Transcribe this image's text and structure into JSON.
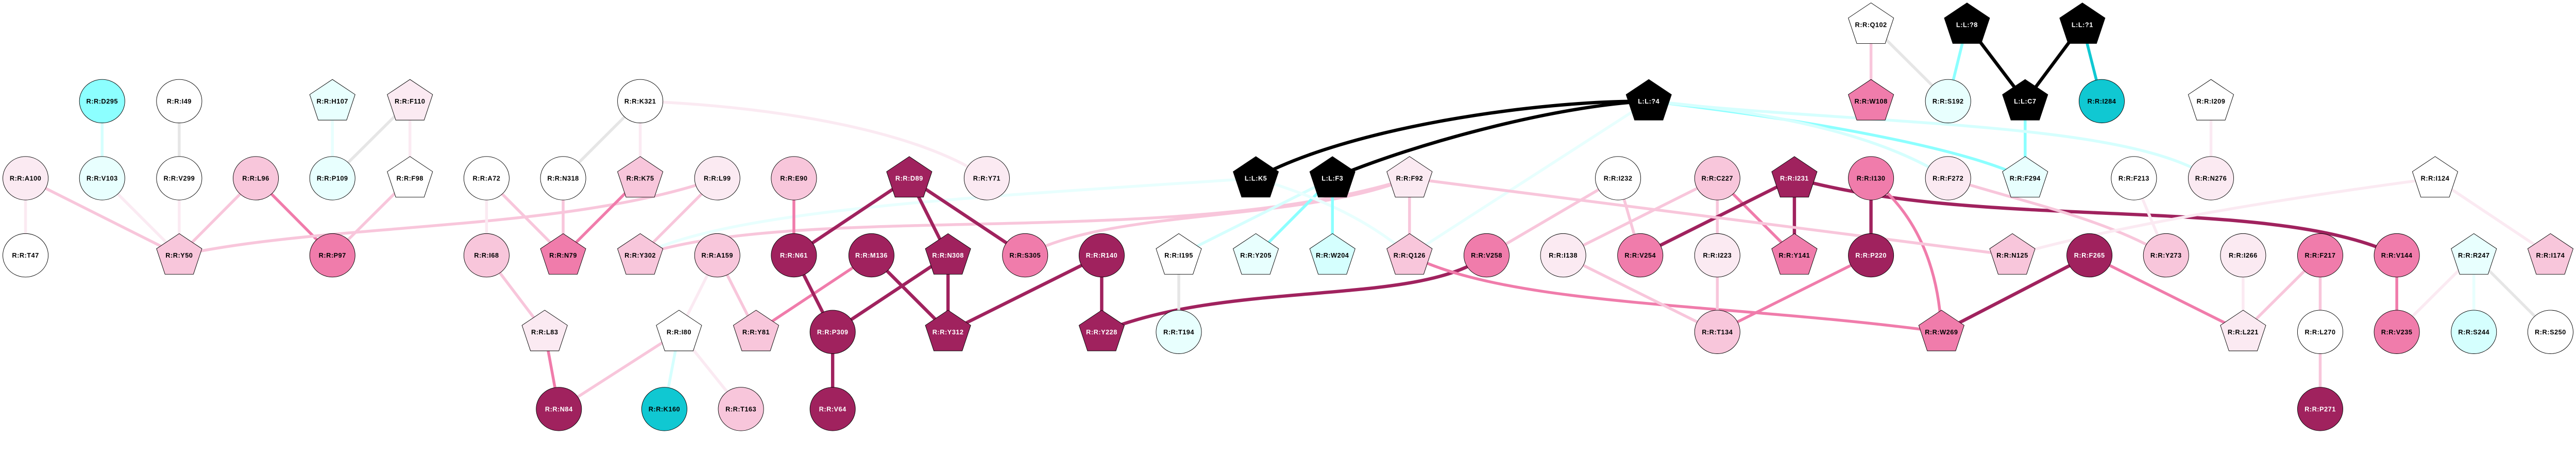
{
  "palette": {
    "W": "#FFFFFF",
    "P1": "#FBEAF2",
    "P2": "#F8C6DB",
    "P3": "#F07CAB",
    "P4": "#A0225E",
    "C1": "#E8FFFE",
    "C2": "#D5FFFE",
    "C3": "#8CFFFF",
    "C4": "#10C8D2",
    "K": "#000000",
    "G": "#E6E6E6"
  },
  "nodes": [
    {
      "id": "T47",
      "label": "R:R:T47",
      "shape": "ellipse",
      "fill": "W"
    },
    {
      "id": "A100",
      "label": "R:R:A100",
      "shape": "ellipse",
      "fill": "P1"
    },
    {
      "id": "D295",
      "label": "R:R:D295",
      "shape": "ellipse",
      "fill": "C3"
    },
    {
      "id": "V103",
      "label": "R:R:V103",
      "shape": "ellipse",
      "fill": "C1"
    },
    {
      "id": "I49",
      "label": "R:R:I49",
      "shape": "ellipse",
      "fill": "W"
    },
    {
      "id": "V299",
      "label": "R:R:V299",
      "shape": "ellipse",
      "fill": "W"
    },
    {
      "id": "Y50",
      "label": "R:R:Y50",
      "shape": "pentagon",
      "fill": "P2"
    },
    {
      "id": "L96",
      "label": "R:R:L96",
      "shape": "ellipse",
      "fill": "P2"
    },
    {
      "id": "P97",
      "label": "R:R:P97",
      "shape": "ellipse",
      "fill": "P3"
    },
    {
      "id": "H107",
      "label": "R:R:H107",
      "shape": "pentagon",
      "fill": "C1"
    },
    {
      "id": "P109",
      "label": "R:R:P109",
      "shape": "ellipse",
      "fill": "C1"
    },
    {
      "id": "F110",
      "label": "R:R:F110",
      "shape": "pentagon",
      "fill": "P1"
    },
    {
      "id": "F98",
      "label": "R:R:F98",
      "shape": "pentagon",
      "fill": "W"
    },
    {
      "id": "A72",
      "label": "R:R:A72",
      "shape": "ellipse",
      "fill": "W"
    },
    {
      "id": "I68",
      "label": "R:R:I68",
      "shape": "ellipse",
      "fill": "P2"
    },
    {
      "id": "N318",
      "label": "R:R:N318",
      "shape": "ellipse",
      "fill": "W"
    },
    {
      "id": "N79",
      "label": "R:R:N79",
      "shape": "pentagon",
      "fill": "P3"
    },
    {
      "id": "L83",
      "label": "R:R:L83",
      "shape": "pentagon",
      "fill": "P1"
    },
    {
      "id": "N84",
      "label": "R:R:N84",
      "shape": "ellipse",
      "fill": "P4"
    },
    {
      "id": "K321",
      "label": "R:R:K321",
      "shape": "ellipse",
      "fill": "W"
    },
    {
      "id": "K75",
      "label": "R:R:K75",
      "shape": "pentagon",
      "fill": "P2"
    },
    {
      "id": "Y302",
      "label": "R:R:Y302",
      "shape": "pentagon",
      "fill": "P2"
    },
    {
      "id": "K160",
      "label": "R:R:K160",
      "shape": "ellipse",
      "fill": "C4"
    },
    {
      "id": "I80",
      "label": "R:R:I80",
      "shape": "pentagon",
      "fill": "W"
    },
    {
      "id": "L99",
      "label": "R:R:L99",
      "shape": "ellipse",
      "fill": "P1"
    },
    {
      "id": "A159",
      "label": "R:R:A159",
      "shape": "ellipse",
      "fill": "P2"
    },
    {
      "id": "T163",
      "label": "R:R:T163",
      "shape": "ellipse",
      "fill": "P2"
    },
    {
      "id": "Y81",
      "label": "R:R:Y81",
      "shape": "pentagon",
      "fill": "P2"
    },
    {
      "id": "E90",
      "label": "R:R:E90",
      "shape": "ellipse",
      "fill": "P2"
    },
    {
      "id": "N61",
      "label": "R:R:N61",
      "shape": "ellipse",
      "fill": "P4"
    },
    {
      "id": "P309",
      "label": "R:R:P309",
      "shape": "ellipse",
      "fill": "P4"
    },
    {
      "id": "V64",
      "label": "R:R:V64",
      "shape": "ellipse",
      "fill": "P4"
    },
    {
      "id": "M136",
      "label": "R:R:M136",
      "shape": "ellipse",
      "fill": "P4"
    },
    {
      "id": "D89",
      "label": "R:R:D89",
      "shape": "pentagon",
      "fill": "P4"
    },
    {
      "id": "N308",
      "label": "R:R:N308",
      "shape": "pentagon",
      "fill": "P4"
    },
    {
      "id": "Y312",
      "label": "R:R:Y312",
      "shape": "pentagon",
      "fill": "P4"
    },
    {
      "id": "Y71",
      "label": "R:R:Y71",
      "shape": "ellipse",
      "fill": "P1"
    },
    {
      "id": "S305",
      "label": "R:R:S305",
      "shape": "ellipse",
      "fill": "P3"
    },
    {
      "id": "R140",
      "label": "R:R:R140",
      "shape": "ellipse",
      "fill": "P4"
    },
    {
      "id": "Y228",
      "label": "R:R:Y228",
      "shape": "pentagon",
      "fill": "P4"
    },
    {
      "id": "I195",
      "label": "R:R:I195",
      "shape": "pentagon",
      "fill": "W"
    },
    {
      "id": "T194",
      "label": "R:R:T194",
      "shape": "ellipse",
      "fill": "C1"
    },
    {
      "id": "K5",
      "label": "L:L:K5",
      "shape": "pentagon",
      "fill": "K"
    },
    {
      "id": "Y205",
      "label": "R:R:Y205",
      "shape": "pentagon",
      "fill": "C1"
    },
    {
      "id": "F3",
      "label": "L:L:F3",
      "shape": "pentagon",
      "fill": "K"
    },
    {
      "id": "W204",
      "label": "R:R:W204",
      "shape": "pentagon",
      "fill": "C2"
    },
    {
      "id": "F92",
      "label": "R:R:F92",
      "shape": "pentagon",
      "fill": "P1"
    },
    {
      "id": "Q126",
      "label": "R:R:Q126",
      "shape": "pentagon",
      "fill": "P2"
    },
    {
      "id": "V258",
      "label": "R:R:V258",
      "shape": "ellipse",
      "fill": "P3"
    },
    {
      "id": "I138",
      "label": "R:R:I138",
      "shape": "ellipse",
      "fill": "P1"
    },
    {
      "id": "I232",
      "label": "R:R:I232",
      "shape": "ellipse",
      "fill": "W"
    },
    {
      "id": "V254",
      "label": "R:R:V254",
      "shape": "ellipse",
      "fill": "P3"
    },
    {
      "id": "L4",
      "label": "L:L:?4",
      "shape": "pentagon",
      "fill": "K"
    },
    {
      "id": "C227",
      "label": "R:R:C227",
      "shape": "ellipse",
      "fill": "P2"
    },
    {
      "id": "I223",
      "label": "R:R:I223",
      "shape": "ellipse",
      "fill": "P1"
    },
    {
      "id": "T134",
      "label": "R:R:T134",
      "shape": "ellipse",
      "fill": "P2"
    },
    {
      "id": "I231",
      "label": "R:R:I231",
      "shape": "pentagon",
      "fill": "P4"
    },
    {
      "id": "Y141",
      "label": "R:R:Y141",
      "shape": "pentagon",
      "fill": "P3"
    },
    {
      "id": "Q102",
      "label": "R:R:Q102",
      "shape": "pentagon",
      "fill": "W"
    },
    {
      "id": "W108",
      "label": "R:R:W108",
      "shape": "pentagon",
      "fill": "P3"
    },
    {
      "id": "I130",
      "label": "R:R:I130",
      "shape": "ellipse",
      "fill": "P3"
    },
    {
      "id": "P220",
      "label": "R:R:P220",
      "shape": "ellipse",
      "fill": "P4"
    },
    {
      "id": "S192",
      "label": "R:R:S192",
      "shape": "ellipse",
      "fill": "C1"
    },
    {
      "id": "F272",
      "label": "R:R:F272",
      "shape": "ellipse",
      "fill": "P1"
    },
    {
      "id": "W269",
      "label": "R:R:W269",
      "shape": "pentagon",
      "fill": "P3"
    },
    {
      "id": "L8",
      "label": "L:L:?8",
      "shape": "pentagon",
      "fill": "K"
    },
    {
      "id": "N125",
      "label": "R:R:N125",
      "shape": "pentagon",
      "fill": "P2"
    },
    {
      "id": "C7",
      "label": "L:L:C7",
      "shape": "pentagon",
      "fill": "K"
    },
    {
      "id": "F294",
      "label": "R:R:F294",
      "shape": "pentagon",
      "fill": "C1"
    },
    {
      "id": "L1",
      "label": "L:L:?1",
      "shape": "pentagon",
      "fill": "K"
    },
    {
      "id": "F265",
      "label": "R:R:F265",
      "shape": "ellipse",
      "fill": "P4"
    },
    {
      "id": "I284",
      "label": "R:R:I284",
      "shape": "ellipse",
      "fill": "C4"
    },
    {
      "id": "F213",
      "label": "R:R:F213",
      "shape": "ellipse",
      "fill": "W"
    },
    {
      "id": "Y273",
      "label": "R:R:Y273",
      "shape": "ellipse",
      "fill": "P2"
    },
    {
      "id": "I209",
      "label": "R:R:I209",
      "shape": "pentagon",
      "fill": "W"
    },
    {
      "id": "N276",
      "label": "R:R:N276",
      "shape": "ellipse",
      "fill": "P1"
    },
    {
      "id": "I266",
      "label": "R:R:I266",
      "shape": "ellipse",
      "fill": "P1"
    },
    {
      "id": "L221",
      "label": "R:R:L221",
      "shape": "pentagon",
      "fill": "P1"
    },
    {
      "id": "F217",
      "label": "R:R:F217",
      "shape": "ellipse",
      "fill": "P3"
    },
    {
      "id": "L270",
      "label": "R:R:L270",
      "shape": "ellipse",
      "fill": "W"
    },
    {
      "id": "P271",
      "label": "R:R:P271",
      "shape": "ellipse",
      "fill": "P4"
    },
    {
      "id": "I124",
      "label": "R:R:I124",
      "shape": "pentagon",
      "fill": "W"
    },
    {
      "id": "V144",
      "label": "R:R:V144",
      "shape": "ellipse",
      "fill": "P3"
    },
    {
      "id": "V235",
      "label": "R:R:V235",
      "shape": "ellipse",
      "fill": "P3"
    },
    {
      "id": "R247",
      "label": "R:R:R247",
      "shape": "pentagon",
      "fill": "C1"
    },
    {
      "id": "S244",
      "label": "R:R:S244",
      "shape": "ellipse",
      "fill": "C2"
    },
    {
      "id": "I174",
      "label": "R:R:I174",
      "shape": "pentagon",
      "fill": "P2"
    },
    {
      "id": "S250",
      "label": "R:R:S250",
      "shape": "ellipse",
      "fill": "W"
    }
  ],
  "edges": [
    [
      "D295",
      "V103",
      "C2"
    ],
    [
      "I49",
      "V299",
      "G"
    ],
    [
      "A100",
      "T47",
      "P1"
    ],
    [
      "A100",
      "Y50",
      "P2"
    ],
    [
      "V103",
      "Y50",
      "P1"
    ],
    [
      "V299",
      "Y50",
      "P1"
    ],
    [
      "L96",
      "Y50",
      "P2"
    ],
    [
      "L96",
      "P97",
      "P3"
    ],
    [
      "Y50",
      "L99",
      "P2"
    ],
    [
      "H107",
      "P109",
      "C1"
    ],
    [
      "F110",
      "P109",
      "G"
    ],
    [
      "F110",
      "F98",
      "P1"
    ],
    [
      "F98",
      "P97",
      "P2"
    ],
    [
      "A72",
      "I68",
      "P1"
    ],
    [
      "A72",
      "N79",
      "P2"
    ],
    [
      "N318",
      "N79",
      "P2"
    ],
    [
      "K321",
      "N318",
      "G"
    ],
    [
      "K321",
      "K75",
      "P1"
    ],
    [
      "K75",
      "N79",
      "P3"
    ],
    [
      "K321",
      "Y71",
      "P1"
    ],
    [
      "I68",
      "L83",
      "P2"
    ],
    [
      "L83",
      "N84",
      "P3"
    ],
    [
      "N84",
      "I80",
      "P2"
    ],
    [
      "L99",
      "Y302",
      "P2"
    ],
    [
      "Y302",
      "K5",
      "C1"
    ],
    [
      "Y302",
      "F92",
      "P2"
    ],
    [
      "S305",
      "F92",
      "P2"
    ],
    [
      "E90",
      "N61",
      "P3"
    ],
    [
      "D89",
      "N61",
      "P4"
    ],
    [
      "D89",
      "N308",
      "P4"
    ],
    [
      "D89",
      "S305",
      "P4"
    ],
    [
      "A159",
      "I80",
      "P1"
    ],
    [
      "A159",
      "Y81",
      "P2"
    ],
    [
      "M136",
      "Y81",
      "P3"
    ],
    [
      "N61",
      "P309",
      "P4"
    ],
    [
      "M136",
      "Y312",
      "P4"
    ],
    [
      "N308",
      "P309",
      "P4"
    ],
    [
      "N308",
      "Y312",
      "P4"
    ],
    [
      "Y312",
      "R140",
      "P4"
    ],
    [
      "P309",
      "V64",
      "P4"
    ],
    [
      "I80",
      "K160",
      "C2"
    ],
    [
      "I80",
      "T163",
      "P1"
    ],
    [
      "R140",
      "Y228",
      "P4"
    ],
    [
      "Y228",
      "V258",
      "P4"
    ],
    [
      "I195",
      "T194",
      "G"
    ],
    [
      "I195",
      "F3",
      "C2"
    ],
    [
      "Y205",
      "F3",
      "C3"
    ],
    [
      "K5",
      "Q126",
      "C1"
    ],
    [
      "K5",
      "L4",
      "K"
    ],
    [
      "F3",
      "L4",
      "K"
    ],
    [
      "F3",
      "W204",
      "C3"
    ],
    [
      "F92",
      "Q126",
      "P2"
    ],
    [
      "L4",
      "Q126",
      "C1"
    ],
    [
      "Q126",
      "W269",
      "P3"
    ],
    [
      "I138",
      "T134",
      "P2"
    ],
    [
      "I232",
      "V258",
      "P2"
    ],
    [
      "I232",
      "V254",
      "P2"
    ],
    [
      "C227",
      "I138",
      "P2"
    ],
    [
      "C227",
      "I223",
      "P2"
    ],
    [
      "C227",
      "Y141",
      "P3"
    ],
    [
      "I231",
      "Y141",
      "P4"
    ],
    [
      "I231",
      "V254",
      "P4"
    ],
    [
      "I231",
      "V144",
      "P4"
    ],
    [
      "I130",
      "P220",
      "P4"
    ],
    [
      "I130",
      "W269",
      "P3"
    ],
    [
      "P220",
      "T134",
      "P3"
    ],
    [
      "I223",
      "T134",
      "P2"
    ],
    [
      "W269",
      "F265",
      "P4"
    ],
    [
      "Q102",
      "W108",
      "P2"
    ],
    [
      "Q102",
      "S192",
      "G"
    ],
    [
      "L8",
      "S192",
      "C3"
    ],
    [
      "L8",
      "C7",
      "K"
    ],
    [
      "L1",
      "C7",
      "K"
    ],
    [
      "L1",
      "I284",
      "C4"
    ],
    [
      "C7",
      "F294",
      "C3"
    ],
    [
      "L4",
      "F294",
      "C3"
    ],
    [
      "L4",
      "F272",
      "C2"
    ],
    [
      "L4",
      "N276",
      "C2"
    ],
    [
      "F92",
      "N125",
      "P2"
    ],
    [
      "F272",
      "Y273",
      "P2"
    ],
    [
      "F265",
      "L221",
      "P3"
    ],
    [
      "F213",
      "Y273",
      "P1"
    ],
    [
      "I209",
      "N276",
      "P1"
    ],
    [
      "I266",
      "L221",
      "P1"
    ],
    [
      "L221",
      "F217",
      "P2"
    ],
    [
      "F217",
      "L270",
      "P2"
    ],
    [
      "L270",
      "P271",
      "P2"
    ],
    [
      "V144",
      "V235",
      "P3"
    ],
    [
      "R247",
      "V235",
      "P1"
    ],
    [
      "R247",
      "S244",
      "C1"
    ],
    [
      "R247",
      "S250",
      "G"
    ],
    [
      "I124",
      "I174",
      "P1"
    ],
    [
      "N125",
      "I124",
      "P1"
    ]
  ]
}
